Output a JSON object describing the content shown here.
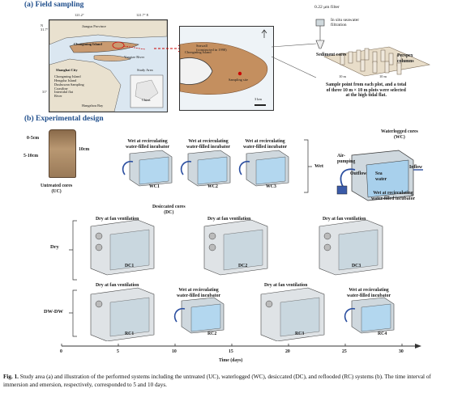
{
  "section_a": {
    "title": "(a) Field sampling",
    "map": {
      "lon_ticks": [
        "121.2°",
        "121.7° E"
      ],
      "lat_ticks": [
        "N\n31.7°",
        "31°"
      ],
      "labels": {
        "jiangsu": "Jiangsu Province",
        "chongming": "Chongming Island",
        "yangtze": "Yangtze River",
        "shanghai": "Shanghai City",
        "study_area": "Study Area",
        "china": "China",
        "yangtze_small": "Yangtze River",
        "hangzhou": "Hangzhou Bay"
      },
      "legend": [
        "Chongming Island",
        "Hengsha Island",
        "Dushuwan Sampling",
        "Coastline",
        "Intertidal flat",
        "River"
      ]
    },
    "inset": {
      "seawall": "Seawall\n(constructed in 1998)",
      "island": "Chongming Island",
      "sampling": "Sampling site",
      "scale": "3 km"
    },
    "sampling": {
      "filter": "0.22 μm filter",
      "filtration": "In situ seawater\nfiltration",
      "cores": "Sediment cores",
      "perspex": "Perspex\ncolumns",
      "dim_a": "10 m",
      "dim_b": "10 m",
      "note": "Sample point from each plot, and a total\nof three 10 m × 10 m plots were selected\nat the high tidal flat."
    }
  },
  "section_b": {
    "title": "(b) Experimental design",
    "core": {
      "d1": "0-5cm",
      "d2": "5-10cm",
      "length": "10cm",
      "name": "Untreated cores\n(UC)"
    },
    "wet_incubator": "Wet at recirculating\nwater-filled incubator",
    "wet_units": [
      "WC1",
      "WC2",
      "WC3"
    ],
    "wet_row": "Wet",
    "wc_detail": {
      "title": "Waterlogged cores\n(WC)",
      "air": "Air-\npumping",
      "outflow": "Outflow",
      "inflow": "Inflow",
      "water": "Sea\nwater",
      "incubator": "Wet at recirculating\nwater-filled incubator"
    },
    "dry_row": "Dry",
    "dry_label": "Dry at fan ventilation",
    "dc_label": "Desiccated cores\n(DC)",
    "dry_units": [
      "DC1",
      "DC2",
      "DC3"
    ],
    "dwdw_row": "DW-DW",
    "dwdw_units": [
      "RC1",
      "RC2",
      "RC3",
      "RC4"
    ],
    "dwdw_labels": [
      "Dry at fan ventilation",
      "Wet at recirculating\nwater-filled incubator",
      "Dry at fan ventilation",
      "Wet at recirculating\nwater-filled incubator"
    ],
    "axis": {
      "ticks": [
        "0",
        "5",
        "10",
        "15",
        "20",
        "25",
        "30"
      ],
      "label": "Time (days)"
    }
  },
  "caption": {
    "lead": "Fig. 1.",
    "text": " Study area (a) and illustration of the performed systems including the untreated (UC), waterlogged (WC), desiccated (DC), and reflooded (RC) systems (b). The time interval of immersion and emersion, respectively, corresponded to 5 and 10 days."
  }
}
